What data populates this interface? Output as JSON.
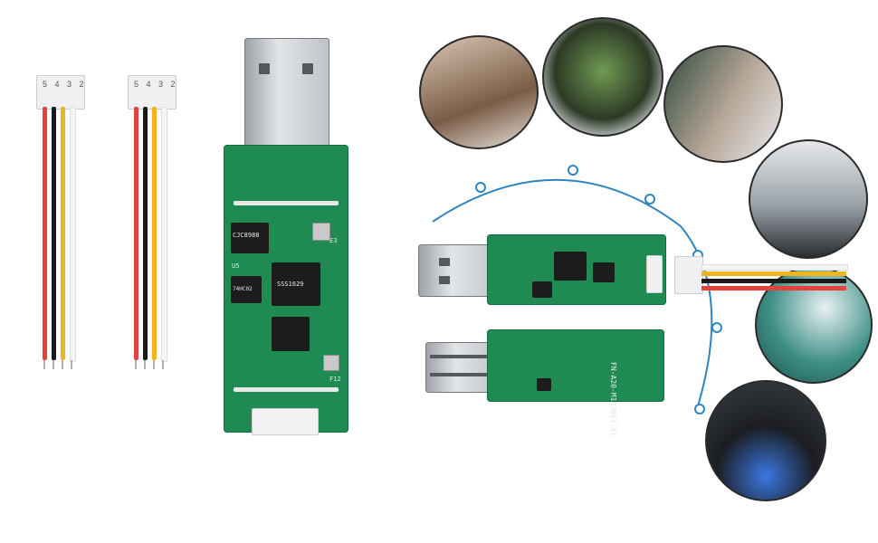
{
  "colors": {
    "pcb_green": "#1f8a52",
    "wire_red": "#e4433d",
    "wire_black": "#1a1a1a",
    "wire_yellow": "#f0b422",
    "wire_white": "#f4f4f4",
    "arc_blue": "#2e86c1"
  },
  "connectors": {
    "pin_marks_left": "5 4 3 2",
    "pin_marks_right": "5 4 3 2"
  },
  "board_vertical": {
    "chip_top_label": "CJC8988",
    "chip_mid_label": "SSS1629",
    "chip_small_label": "74HC02",
    "ref_u5": "U5",
    "ref_e3": "E3",
    "ref_f12": "F12"
  },
  "board_horizontal": {
    "silk_label": "FN-A20-M1030V1.41"
  },
  "scenes": [
    {
      "name": "classroom-photo"
    },
    {
      "name": "gaming-monitor-photo"
    },
    {
      "name": "lecture-recording-photo"
    },
    {
      "name": "conference-room-photo"
    },
    {
      "name": "surgery-room-photo"
    },
    {
      "name": "game-streaming-photo"
    }
  ]
}
